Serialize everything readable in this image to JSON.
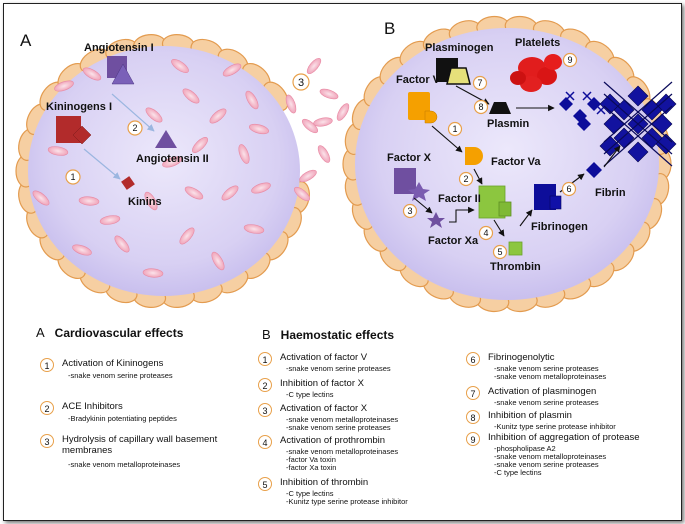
{
  "panelA": {
    "letter": "A",
    "labels": {
      "angiotensin1": "Angiotensin I",
      "kininogens": "Kininogens I",
      "angiotensin2": "Angiotensin II",
      "kinins": "Kinins"
    },
    "numbers": [
      "1",
      "2",
      "3"
    ]
  },
  "panelB": {
    "letter": "B",
    "labels": {
      "plasminogen": "Plasminogen",
      "platelets": "Platelets",
      "factorV": "Factor V",
      "plasmin": "Plasmin",
      "factorVa": "Factor Va",
      "factorX": "Factor X",
      "factorII": "Factor II",
      "fibrin": "Fibrin",
      "fibrinogen": "Fibrinogen",
      "factorXa": "Factor Xa",
      "thrombin": "Thrombin"
    },
    "numbers": [
      "1",
      "2",
      "3",
      "4",
      "5",
      "6",
      "7",
      "8",
      "9"
    ]
  },
  "legendA": {
    "letter": "A",
    "heading": "Cardiovascular effects",
    "items": [
      {
        "num": "1",
        "title": "Activation of Kininogens",
        "subs": [
          "-snake venom serine proteases"
        ]
      },
      {
        "num": "2",
        "title": "ACE Inhibitors",
        "subs": [
          "-Bradykinin potentiating peptides"
        ]
      },
      {
        "num": "3",
        "title": "Hydrolysis of capillary wall basement",
        "title2": "membranes",
        "subs": [
          "-snake venom metalloproteinases"
        ]
      }
    ]
  },
  "legendB": {
    "letter": "B",
    "heading": "Haemostatic  effects",
    "items": [
      {
        "num": "1",
        "title": "Activation of factor V",
        "subs": [
          "-snake venom serine proteases"
        ]
      },
      {
        "num": "2",
        "title": "Inhibition of factor X",
        "subs": [
          "-C type lectins"
        ]
      },
      {
        "num": "3",
        "title": "Activation of factor X",
        "subs": [
          "-snake venom metalloproteinases",
          "-snake venom  serine proteases"
        ]
      },
      {
        "num": "4",
        "title": "Activation of prothrombin",
        "subs": [
          "-snake venom metalloproteinases",
          "-factor Va toxin",
          "-factor Xa toxin"
        ]
      },
      {
        "num": "5",
        "title": "Inhibition of thrombin",
        "subs": [
          "-C type lectins",
          "-Kunitz type serine protease inhibitor"
        ]
      },
      {
        "num": "6",
        "title": "Fibrinogenolytic",
        "subs": [
          "-snake venom serine proteases",
          "-snake venom metalloproteinases"
        ]
      },
      {
        "num": "7",
        "title": "Activation of plasminogen",
        "subs": [
          "-snake venom  serine proteases"
        ]
      },
      {
        "num": "8",
        "title": "Inhibition of plasmin",
        "subs": [
          "-Kunitz type serine protease inhibitor"
        ]
      },
      {
        "num": "9",
        "title": "Inhibition of aggregation of protease",
        "subs": [
          "-phospholipase A2",
          "-snake venom metalloproteinases",
          "-snake venom  serine proteases",
          "-C type lectins"
        ]
      }
    ]
  }
}
